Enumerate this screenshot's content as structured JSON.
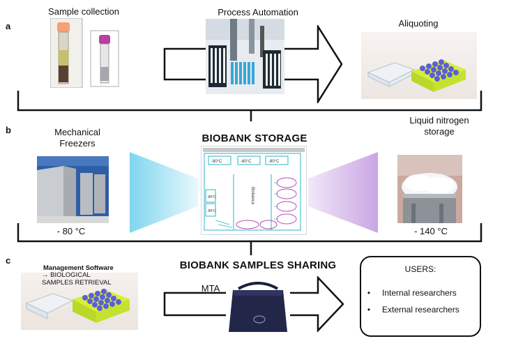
{
  "panels": {
    "a": {
      "letter": "a",
      "sample_collection": "Sample collection",
      "process_automation": "Process Automation",
      "aliquoting": "Aliquoting"
    },
    "b": {
      "letter": "b",
      "title": "BIOBANK STORAGE",
      "mechanical_freezers": "Mechanical Freezers",
      "liquid_nitrogen": "Liquid nitrogen storage",
      "freezer_temp": "- 80 °C",
      "nitrogen_temp": "- 140 °C",
      "floorplan": {
        "freezer_labels": [
          "-80°C",
          "-80°C",
          "-80°C"
        ],
        "side_labels": [
          "-80°C",
          "-80°C"
        ],
        "room_label": "Biobanca"
      }
    },
    "c": {
      "letter": "c",
      "title": "BIOBANK SAMPLES SHARING",
      "software_title": "Management Software",
      "software_desc": "→ BIOLOGICAL SAMPLES RETRIEVAL",
      "mta": "MTA",
      "users": {
        "title": "USERS:",
        "items": [
          "Internal researchers",
          "External researchers"
        ]
      }
    }
  },
  "colors": {
    "freezer_trapezoid": "#7fd6ef",
    "nitrogen_trapezoid": "#c9a6e4",
    "floorplan_lines": "#2fb3c9",
    "floorplan_ovals": "#b64fb6"
  }
}
